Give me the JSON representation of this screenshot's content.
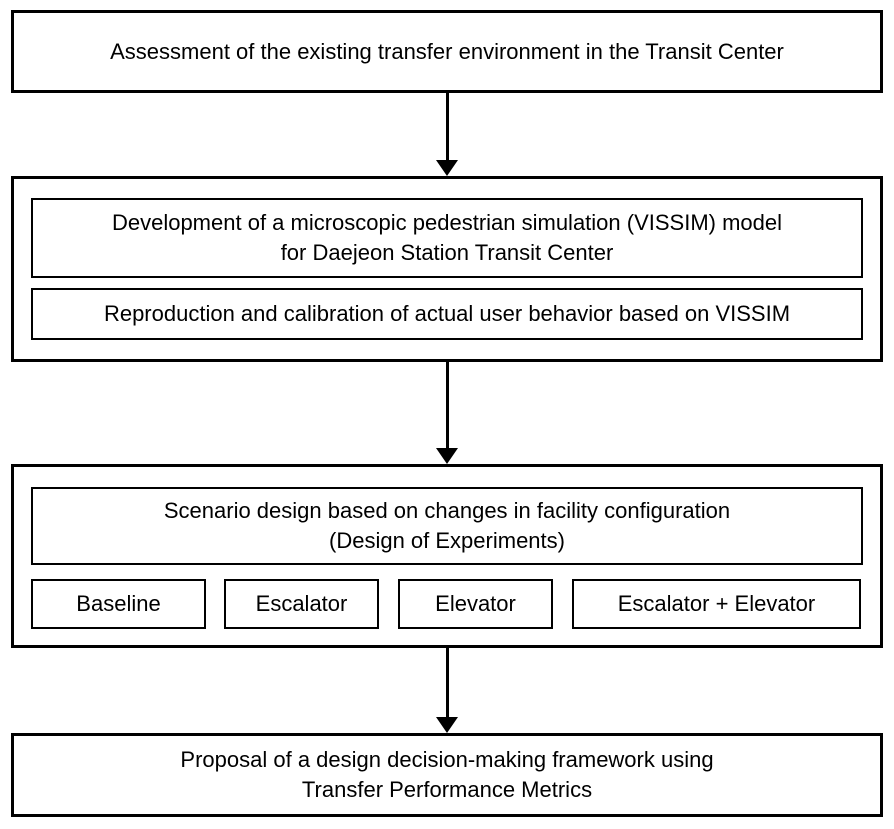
{
  "flowchart": {
    "step1_assessment": {
      "lines": [
        "Assessment of the existing transfer environment in the Transit Center"
      ]
    },
    "step2_simulation": {
      "model_box": {
        "lines": [
          "Development of a microscopic pedestrian simulation (VISSIM) model",
          "for Daejeon Station Transit Center"
        ]
      },
      "calibration_box": {
        "lines": [
          "Reproduction and calibration of actual user behavior based on VISSIM"
        ]
      }
    },
    "step3_scenarios": {
      "design_box": {
        "lines": [
          "Scenario design based on changes in facility configuration",
          "(Design of Experiments)"
        ]
      },
      "scenario_labels": [
        "Baseline",
        "Escalator",
        "Elevator",
        "Escalator + Elevator"
      ]
    },
    "step4_proposal": {
      "lines": [
        "Proposal of a design decision-making framework using",
        "Transfer Performance Metrics"
      ]
    },
    "colors": {
      "border": "#000000",
      "background": "#ffffff",
      "text": "#000000"
    }
  }
}
